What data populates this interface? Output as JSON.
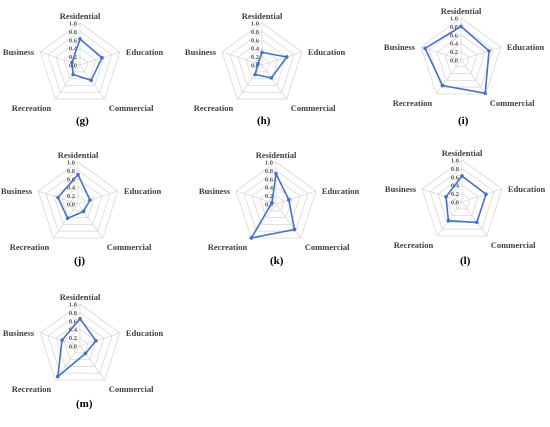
{
  "chart_data": [
    {
      "type": "radar",
      "panel": "(g)",
      "categories": [
        "Residential",
        "Education",
        "Commercial",
        "Recreation",
        "Business"
      ],
      "r_ticks": [
        "0.0",
        "0.2",
        "0.4",
        "0.6",
        "0.8",
        "1.0"
      ],
      "values": [
        0.62,
        0.55,
        0.45,
        0.28,
        0.2
      ],
      "color": "#4472C4"
    },
    {
      "type": "radar",
      "panel": "(h)",
      "categories": [
        "Residential",
        "Education",
        "Commercial",
        "Recreation",
        "Business"
      ],
      "r_ticks": [
        "0.0",
        "0.2",
        "0.4",
        "0.6",
        "0.8",
        "1.0"
      ],
      "values": [
        0.3,
        0.62,
        0.38,
        0.28,
        0.1
      ],
      "color": "#4472C4"
    },
    {
      "type": "radar",
      "panel": "(i)",
      "categories": [
        "Residential",
        "Education",
        "Commercial",
        "Recreation",
        "Business"
      ],
      "r_ticks": [
        "0.0",
        "0.2",
        "0.4",
        "0.6",
        "0.8",
        "1.0"
      ],
      "values": [
        0.8,
        0.7,
        0.98,
        0.75,
        0.9
      ],
      "color": "#4472C4"
    },
    {
      "type": "radar",
      "panel": "(j)",
      "categories": [
        "Residential",
        "Education",
        "Commercial",
        "Recreation",
        "Business"
      ],
      "r_ticks": [
        "0.0",
        "0.2",
        "0.4",
        "0.6",
        "0.8",
        "1.0"
      ],
      "values": [
        0.7,
        0.3,
        0.22,
        0.42,
        0.5
      ],
      "color": "#4472C4"
    },
    {
      "type": "radar",
      "panel": "(k)",
      "categories": [
        "Residential",
        "Education",
        "Commercial",
        "Recreation",
        "Business"
      ],
      "r_ticks": [
        "0.0",
        "0.2",
        "0.4",
        "0.6",
        "0.8",
        "1.0"
      ],
      "values": [
        0.72,
        0.32,
        0.75,
        1.0,
        0.1
      ],
      "color": "#4472C4"
    },
    {
      "type": "radar",
      "panel": "(l)",
      "categories": [
        "Residential",
        "Education",
        "Commercial",
        "Recreation",
        "Business"
      ],
      "r_ticks": [
        "0.0",
        "0.2",
        "0.4",
        "0.6",
        "0.8",
        "1.0"
      ],
      "values": [
        0.62,
        0.6,
        0.6,
        0.55,
        0.4
      ],
      "color": "#4472C4"
    },
    {
      "type": "radar",
      "panel": "(m)",
      "categories": [
        "Residential",
        "Education",
        "Commercial",
        "Recreation",
        "Business"
      ],
      "r_ticks": [
        "0.0",
        "0.2",
        "0.4",
        "0.6",
        "0.8",
        "1.0"
      ],
      "values": [
        0.65,
        0.4,
        0.22,
        0.9,
        0.45
      ],
      "color": "#4472C4"
    }
  ]
}
